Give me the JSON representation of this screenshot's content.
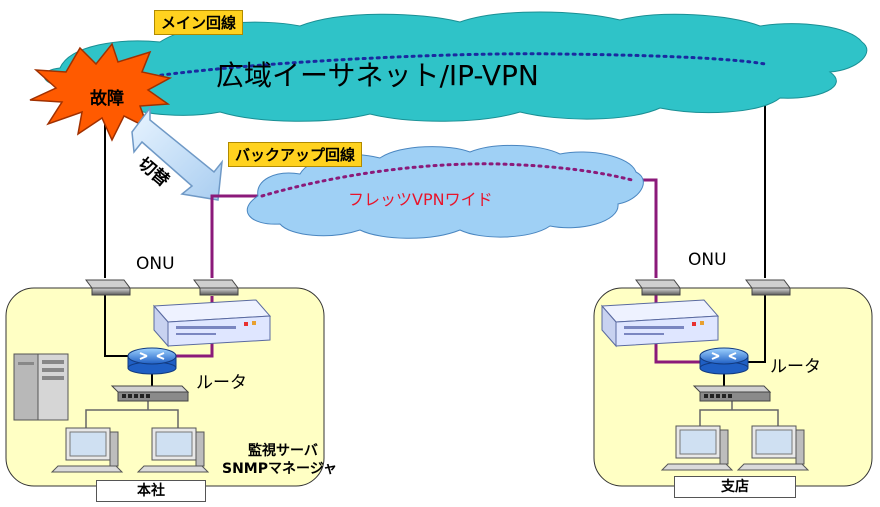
{
  "labels": {
    "main_line": "メイン回線",
    "backup_line": "バックアップ回線",
    "wan_cloud": "広域イーサネット/IP-VPN",
    "flets_cloud": "フレッツVPNワイド",
    "failure": "故障",
    "switchover": "切替",
    "onu_left": "ONU",
    "onu_right": "ONU",
    "router_left": "ルータ",
    "router_right": "ルータ",
    "monitor_server_line1": "監視サーバ",
    "monitor_server_line2": "SNMPマネージャ",
    "head_office": "本社",
    "branch": "支店"
  },
  "colors": {
    "wan_cloud": "#2fc3c8",
    "flets_cloud": "#9fd0f5",
    "site_fill": "#ffffc4",
    "backup_line": "#8b1a7a",
    "flets_text": "#e8142b",
    "tag_fill": "#ffd21f",
    "explosion": "#ff5a00"
  }
}
